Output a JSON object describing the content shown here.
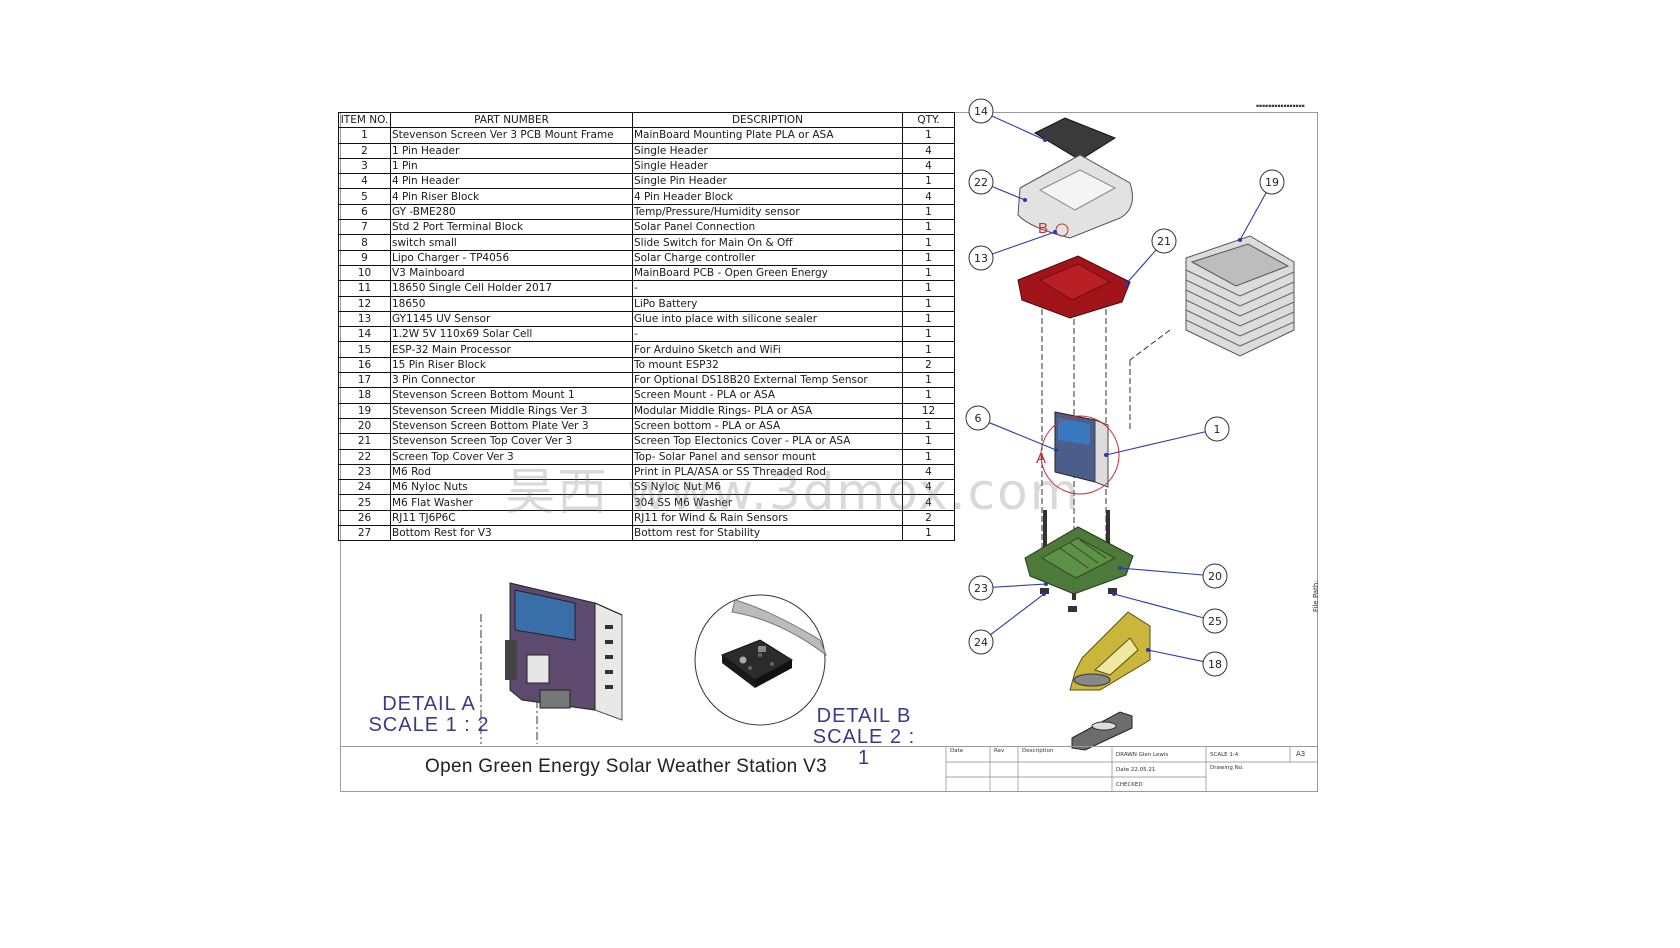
{
  "bom": {
    "headers": [
      "ITEM NO.",
      "PART NUMBER",
      "DESCRIPTION",
      "QTY."
    ],
    "rows": [
      [
        "1",
        "Stevenson Screen Ver 3 PCB Mount Frame",
        "MainBoard Mounting Plate PLA or ASA",
        "1"
      ],
      [
        "2",
        "1 Pin Header",
        "Single Header",
        "4"
      ],
      [
        "3",
        "1 Pin",
        "Single Header",
        "4"
      ],
      [
        "4",
        "4 Pin Header",
        "Single Pin Header",
        "1"
      ],
      [
        "5",
        "4 Pin Riser Block",
        "4 Pin Header Block",
        "4"
      ],
      [
        "6",
        "GY -BME280",
        "Temp/Pressure/Humidity sensor",
        "1"
      ],
      [
        "7",
        "Std 2 Port Terminal Block",
        "Solar Panel Connection",
        "1"
      ],
      [
        "8",
        "switch small",
        "Slide Switch for Main On & Off",
        "1"
      ],
      [
        "9",
        "Lipo Charger - TP4056",
        "Solar Charge controller",
        "1"
      ],
      [
        "10",
        "V3 Mainboard",
        "MainBoard PCB - Open Green Energy",
        "1"
      ],
      [
        "11",
        "18650 Single Cell Holder 2017",
        "-",
        "1"
      ],
      [
        "12",
        "18650",
        "LiPo Battery",
        "1"
      ],
      [
        "13",
        "GY1145 UV Sensor",
        "Glue into place with silicone sealer",
        "1"
      ],
      [
        "14",
        "1.2W 5V 110x69 Solar Cell",
        "-",
        "1"
      ],
      [
        "15",
        "ESP-32 Main Processor",
        "For Arduino Sketch and WiFi",
        "1"
      ],
      [
        "16",
        "15 Pin Riser Block",
        "To mount ESP32",
        "2"
      ],
      [
        "17",
        "3 Pin Connector",
        "For Optional DS18B20 External Temp Sensor",
        "1"
      ],
      [
        "18",
        "Stevenson Screen Bottom Mount 1",
        "Screen Mount - PLA or ASA",
        "1"
      ],
      [
        "19",
        "Stevenson Screen Middle Rings Ver 3",
        "Modular Middle Rings- PLA or ASA",
        "12"
      ],
      [
        "20",
        "Stevenson Screen Bottom Plate Ver 3",
        "Screen bottom - PLA or ASA",
        "1"
      ],
      [
        "21",
        "Stevenson Screen Top Cover Ver 3",
        "Screen Top Electonics Cover - PLA or ASA",
        "1"
      ],
      [
        "22",
        "Screen Top Cover Ver 3",
        "Top- Solar Panel and sensor mount",
        "1"
      ],
      [
        "23",
        "M6 Rod",
        "Print in PLA/ASA or SS Threaded Rod",
        "4"
      ],
      [
        "24",
        "M6 Nyloc Nuts",
        "SS Nyloc Nut M6",
        "4"
      ],
      [
        "25",
        "M6 Flat Washer",
        "304 SS M6 Washer",
        "4"
      ],
      [
        "26",
        "RJ11 TJ6P6C",
        "RJ11 for Wind & Rain Sensors",
        "2"
      ],
      [
        "27",
        "Bottom Rest for V3",
        "Bottom rest for Stability",
        "1"
      ]
    ]
  },
  "details": {
    "a_name": "DETAIL A",
    "a_scale": "SCALE 1 : 2",
    "b_name": "DETAIL B",
    "b_scale": "SCALE 2 : 1",
    "marker_a": "A",
    "marker_b": "B"
  },
  "balloons": [
    "14",
    "22",
    "13",
    "21",
    "19",
    "6",
    "1",
    "23",
    "20",
    "24",
    "25",
    "18"
  ],
  "title_block": {
    "title": "Open Green Energy Solar Weather Station V3",
    "date_label": "Date",
    "rev_label": "Rev",
    "desc_label": "Description",
    "drawn": "DRAWN Glen Lewis",
    "date_value": "Date 22.05.21",
    "checked": "CHECKED",
    "scale": "SCALE 1:4",
    "size": "A3",
    "drawing_label": "Drawing No."
  },
  "file_path": "File Path:",
  "watermark": "昊西 www.3dmox.com",
  "colors": {
    "top_cover_red": "#a3141a",
    "bottom_plate_green": "#4d7a3a",
    "mount_yellow": "#c9b63a",
    "detail_text_blue": "#3a3a8c",
    "balloon_leader_blue": "#2a3aa8"
  }
}
